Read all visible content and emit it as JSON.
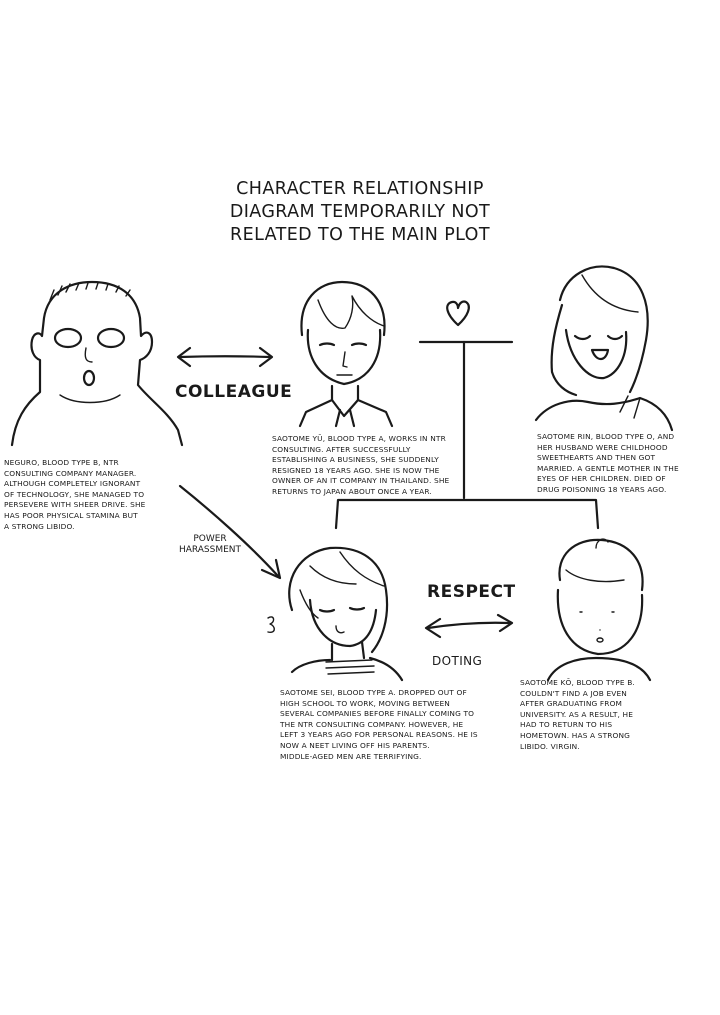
{
  "title": {
    "lines": [
      "CHARACTER RELATIONSHIP",
      "DIAGRAM TEMPORARILY NOT",
      "RELATED TO THE MAIN PLOT"
    ]
  },
  "characters": {
    "neguro": {
      "bio": "NEGURO, BLOOD TYPE B, NTR\nCONSULTING COMPANY MANAGER.\nALTHOUGH COMPLETELY IGNORANT\nOF TECHNOLOGY, SHE MANAGED TO\nPERSEVERE WITH SHEER DRIVE. SHE\nHAS POOR PHYSICAL STAMINA BUT\nA STRONG LIBIDO."
    },
    "yu": {
      "bio": "SAOTOME YŪ, BLOOD TYPE A, WORKS IN NTR\nCONSULTING. AFTER SUCCESSFULLY\nESTABLISHING A BUSINESS, SHE SUDDENLY\nRESIGNED 18 YEARS AGO. SHE IS NOW THE\nOWNER OF AN IT COMPANY IN THAILAND. SHE\nRETURNS TO JAPAN ABOUT ONCE A YEAR."
    },
    "rin": {
      "bio": "SAOTOME RIN, BLOOD TYPE O, AND\nHER HUSBAND WERE CHILDHOOD\nSWEETHEARTS AND THEN GOT\nMARRIED. A GENTLE MOTHER IN THE\nEYES OF HER CHILDREN. DIED OF\nDRUG POISONING 18 YEARS AGO."
    },
    "sei": {
      "bio": "SAOTOME SEI, BLOOD TYPE A. DROPPED OUT OF\nHIGH SCHOOL TO WORK, MOVING BETWEEN\nSEVERAL COMPANIES BEFORE FINALLY COMING TO\nTHE NTR CONSULTING COMPANY. HOWEVER, HE\nLEFT 3 YEARS AGO FOR PERSONAL REASONS. HE IS\nNOW A NEET LIVING OFF HIS PARENTS.\nMIDDLE-AGED MEN ARE TERRIFYING."
    },
    "ko": {
      "bio": "SAOTOME KŌ, BLOOD TYPE B.\nCOULDN'T FIND A JOB EVEN\nAFTER GRADUATING FROM\nUNIVERSITY. AS A RESULT, HE\nHAD TO RETURN TO HIS\nHOMETOWN. HAS A STRONG\nLIBIDO. VIRGIN."
    }
  },
  "relations": {
    "colleague": "COLLEAGUE",
    "power_harassment": "POWER\nHARASSMENT",
    "respect": "RESPECT",
    "doting": "DOTING"
  },
  "colors": {
    "ink": "#1a1a1a",
    "paper": "#ffffff"
  },
  "icons": [
    "heart-icon",
    "double-arrow-icon",
    "arrow-icon",
    "fluster-squiggle-icon"
  ]
}
